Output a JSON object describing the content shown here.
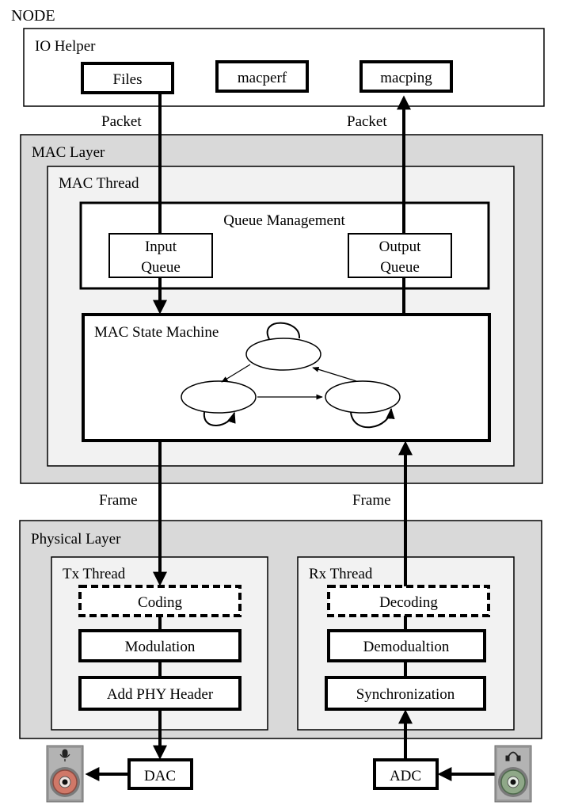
{
  "node_label": "NODE",
  "io_helper": {
    "title": "IO Helper",
    "files": "Files",
    "macperf": "macperf",
    "macping": "macping"
  },
  "packet_down": "Packet",
  "packet_up": "Packet",
  "mac_layer": {
    "title": "MAC Layer",
    "thread_title": "MAC Thread",
    "queue_management": "Queue Management",
    "input_queue": [
      "Input",
      "Queue"
    ],
    "output_queue": [
      "Output",
      "Queue"
    ],
    "state_machine": "MAC State Machine"
  },
  "frame_down": "Frame",
  "frame_up": "Frame",
  "physical_layer": {
    "title": "Physical Layer",
    "tx": {
      "title": "Tx Thread",
      "coding": "Coding",
      "modulation": "Modulation",
      "header": "Add PHY Header"
    },
    "rx": {
      "title": "Rx Thread",
      "decoding": "Decoding",
      "demodulation": "Demodualtion",
      "sync": "Synchronization"
    }
  },
  "dac": "DAC",
  "adc": "ADC",
  "icons": {
    "speaker": "speaker-jack-icon",
    "headphone": "headphone-jack-icon"
  },
  "colors": {
    "outer_layer": "#d9d9d9",
    "inner_thread": "#f2f2f2",
    "speaker_ring": "#d07868",
    "headphone_ring": "#8fa888"
  }
}
